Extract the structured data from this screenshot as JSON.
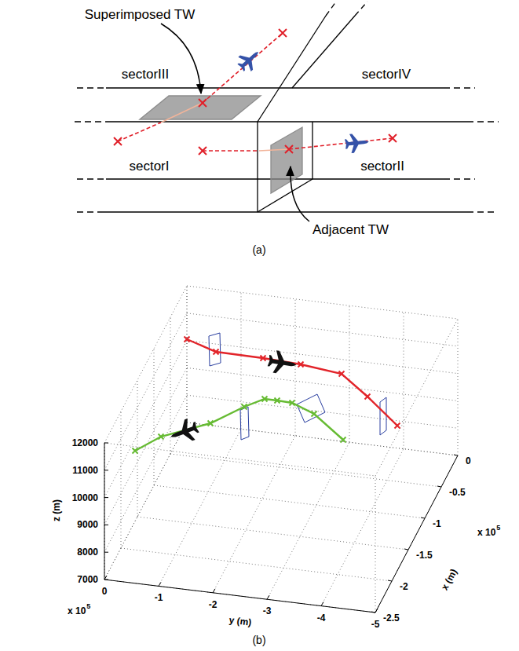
{
  "diagram": {
    "labels": [
      "Superimposed TW",
      "sectorIII",
      "sectorIV",
      "sectorI",
      "sectorII",
      "Adjacent TW",
      "(a)",
      "12000",
      "11000",
      "10000",
      "9000",
      "8000",
      "7000",
      "z (m)",
      "0",
      "-0.5",
      "-1",
      "-1.5",
      "-2",
      "-2.5",
      "x 10",
      "5",
      "x (m)",
      "0",
      "-1",
      "-2",
      "-3",
      "-4",
      "-5",
      "x 10",
      "5",
      "y (m)",
      "(b)"
    ]
  }
}
